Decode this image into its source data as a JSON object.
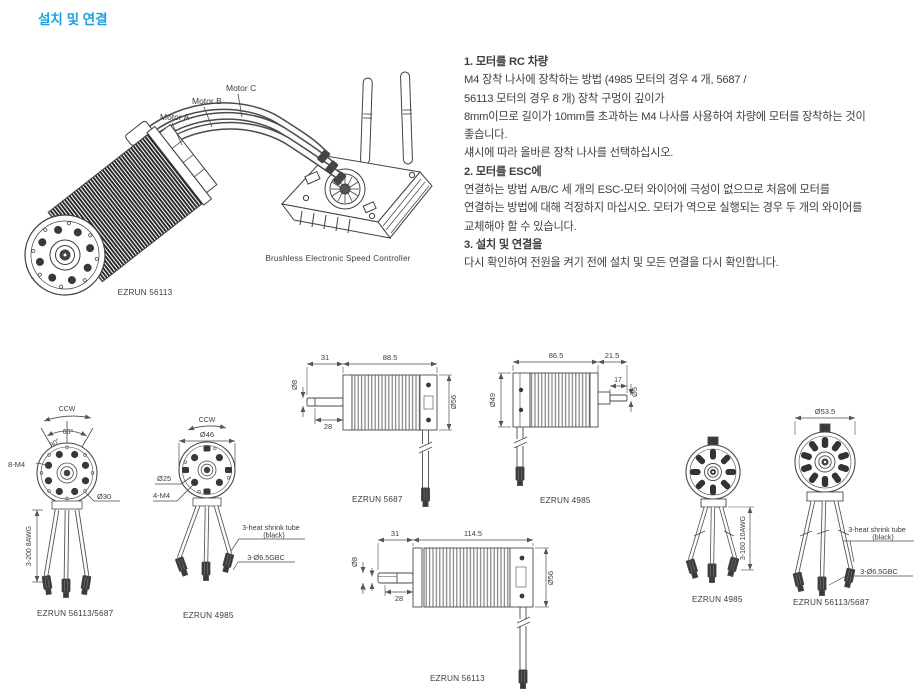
{
  "page": {
    "title": "설치 및 연결"
  },
  "colors": {
    "accent": "#1d9fdf",
    "body_text": "#3e3e3e",
    "line_art": "#4a4a4a"
  },
  "illustration": {
    "labels": {
      "wire_a": "Motor A",
      "wire_b": "Motor B",
      "wire_c": "Motor C"
    },
    "esc_caption": "Brushless Electronic Speed Controller",
    "motor_caption": "EZRUN 56113"
  },
  "instructions": {
    "lines": [
      {
        "text": "1. 모터를 RC 차량"
      },
      {
        "text": "M4 장착 나사에 장착하는 방법 (4985 모터의 경우 4 개, 5687 /"
      },
      {
        "text": "56113 모터의 경우 8 개) 장착 구멍이 깊이가"
      },
      {
        "text": "8mm이므로 길이가 10mm를 초과하는 M4 나사를 사용하여 차량에 모터를 장착하는 것이"
      },
      {
        "text": "좋습니다."
      },
      {
        "text": "섀시에 따라 올바른 장착 나사를 선택하십시오."
      },
      {
        "text": "2. 모터를 ESC에"
      },
      {
        "text": "연결하는 방법 A/B/C 세 개의 ESC-모터 와이어에 극성이 없으므로 처음에 모터를"
      },
      {
        "text": "연결하는 방법에 대해 걱정하지 마십시오. 모터가 역으로 실행되는 경우 두 개의 와이어를"
      },
      {
        "text": "교체해야 할 수 있습니다."
      },
      {
        "text": "3. 설치 및 연결을"
      },
      {
        "text": "다시 확인하여 전원을 켜기 전에 설치 및 모든 연결을 다시 확인합니다."
      }
    ]
  },
  "diagrams": {
    "front_left": {
      "caption": "EZRUN 56113/5687",
      "rotation": "CCW",
      "angle_outer": "60°",
      "angle_inner": "30°",
      "screws": "8-M4",
      "shaft_dia": "Ø30",
      "wires": "3-200 8AWG"
    },
    "front_small": {
      "caption": "EZRUN 4985",
      "rotation": "CCW",
      "body_dia": "Ø46",
      "boss_dia": "Ø25",
      "screws": "4-M4",
      "note_tube": "3-heat shrink tube",
      "note_tube2": "(black)",
      "note_conn": "3-Ø6.5GBC"
    },
    "side_5687": {
      "caption": "EZRUN 5687",
      "shaft_len": "31",
      "body_len": "88.5",
      "shaft_dia": "Ø8",
      "body_dia": "Ø56",
      "shaft_step": "28"
    },
    "side_4985": {
      "caption": "EZRUN 4985",
      "body_len": "86.5",
      "shaft_len": "21.5",
      "body_dia": "Ø49",
      "shaft_step": "17",
      "shaft_dia": "Ø5"
    },
    "side_56113": {
      "caption": "EZRUN 56113",
      "shaft_len": "31",
      "body_len": "114.5",
      "shaft_dia": "Ø8",
      "shaft_flat": "7",
      "shaft_step": "28",
      "body_dia": "Ø56"
    },
    "rear_4985": {
      "caption": "EZRUN 4985",
      "wires": "3-160 10AWG"
    },
    "rear_large": {
      "caption": "EZRUN 56113/5687",
      "body_dia": "Ø53.5",
      "note_tube": "3-heat shrink tube",
      "note_tube2": "(black)",
      "note_conn": "3-Ø6.5GBC"
    }
  }
}
